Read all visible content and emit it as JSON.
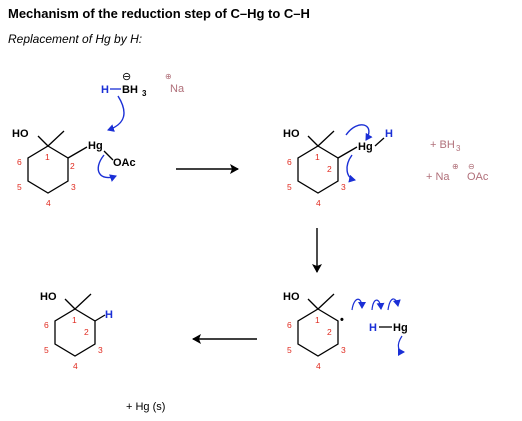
{
  "title": "Mechanism of the reduction step of C–Hg to C–H",
  "subtitle": "Replacement of Hg by H:",
  "atoms": {
    "HO": "HO",
    "Hg": "Hg",
    "OAc": "OAc",
    "H": "H",
    "B": "B",
    "BH3_main": "BH",
    "sub3": "3",
    "Na": "Na",
    "minus": "⊖",
    "plus": "⊕",
    "dot": "•"
  },
  "ring_numbers": [
    "1",
    "2",
    "3",
    "4",
    "5",
    "6"
  ],
  "byproducts": {
    "plus_bh3": "+ BH",
    "plus_na": "+ Na",
    "oac": "OAc",
    "hg_s": "+ Hg (s)"
  },
  "colors": {
    "text": "#000000",
    "arrow": "#1a2fd6",
    "numbers": "#e02a1f",
    "spectator": "#b0707a"
  }
}
